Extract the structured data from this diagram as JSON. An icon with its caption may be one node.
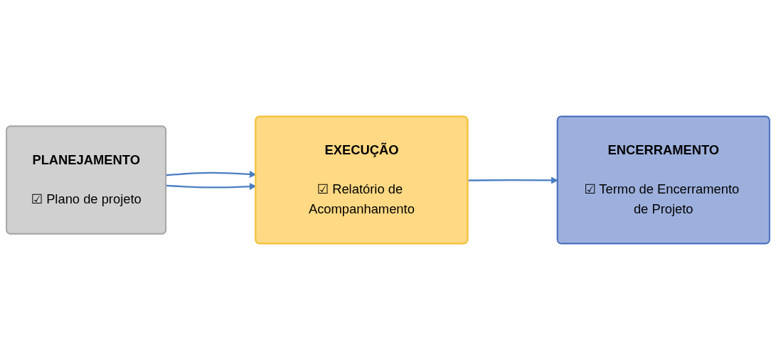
{
  "diagram": {
    "nodes": [
      {
        "text": [
          "PLANEJAMENTO",
          "☑ Plano de projeto"
        ]
      },
      {
        "text": [
          "EXECUÇÃO",
          "☑ Relatório de Acompanhamento"
        ]
      },
      {
        "text": [
          "ENCERRAMENTO",
          "☑ Termo de Encerramento de Projeto"
        ]
      }
    ],
    "edges": [
      {
        "from": 0,
        "to": 1,
        "arrow": "to"
      },
      {
        "from": 0,
        "to": 1,
        "arrow": "to"
      },
      {
        "from": 1,
        "to": 2,
        "arrow": "to"
      }
    ]
  }
}
